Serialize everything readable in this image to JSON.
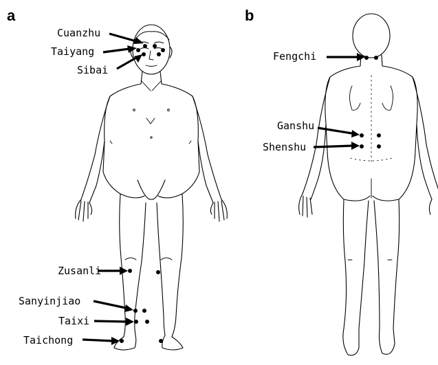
{
  "panels": [
    {
      "id": "a",
      "letter": "a",
      "view": "front",
      "points": [
        {
          "label": "Cuanzhu"
        },
        {
          "label": "Taiyang"
        },
        {
          "label": "Sibai"
        },
        {
          "label": "Zusanli"
        },
        {
          "label": "Sanyinjiao"
        },
        {
          "label": "Taixi"
        },
        {
          "label": "Taichong"
        }
      ]
    },
    {
      "id": "b",
      "letter": "b",
      "view": "back",
      "points": [
        {
          "label": "Fengchi"
        },
        {
          "label": "Ganshu"
        },
        {
          "label": "Shenshu"
        }
      ]
    }
  ],
  "colors": {
    "ink": "#000000",
    "background": "#ffffff"
  }
}
